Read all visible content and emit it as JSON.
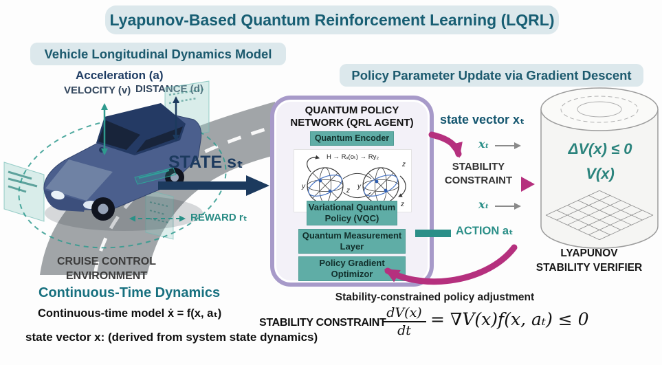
{
  "title": "Lyapunov-Based Quantum Reinforcement Learning (LQRL)",
  "left": {
    "header": "Vehicle Longitudinal Dynamics Model",
    "acceleration": "Acceleration (a)",
    "velocity": "VELOCITY (v)",
    "distance": "DISTANCE (d)",
    "state_label": "STATE sₜ",
    "reward_label": "REWARD rₜ",
    "environment_line1": "CRUISE CONTROL",
    "environment_line2": "ENVIRONMENT",
    "dynamics_header": "Continuous-Time Dynamics",
    "model_equation": "Continuous-time model ẋ = f(x, aₜ)",
    "state_vector_note": "state vector x: (derived from system state dynamics)"
  },
  "qpn": {
    "title_line1": "QUANTUM POLICY",
    "title_line2": "NETWORK (QRL AGENT)",
    "encoder_label": "Quantum Encoder",
    "encoder_formula": "H → Rₓ(oₜ) → Ry₂",
    "axis_y1": "y",
    "axis_z1": "z",
    "axis_z1b": "z",
    "axis_y2": "y",
    "axis_z2": "z",
    "axis_z2b": "z",
    "vqc_line1": "Variational Quantum",
    "vqc_line2": "Policy (VQC)",
    "measurement_line1": "Quantum Measurement",
    "measurement_line2": "Layer",
    "optimizer_line1": "Policy Gradient",
    "optimizer_line2": "Optimizor"
  },
  "right": {
    "header": "Policy Parameter Update via Gradient Descent",
    "state_vector": "state vector xₜ",
    "xt_top": "xₜ",
    "xt_bottom": "xₜ",
    "stability_line1": "STABILITY",
    "stability_line2": "CONSTRAINT",
    "action_label": "ACTION aₜ",
    "lyapunov_condition": "ΔV(x) ≤ 0",
    "lyapunov_function": "V(x)",
    "verifier_line1": "LYAPUNOV",
    "verifier_line2": "STABILITY VERIFIER"
  },
  "bottom": {
    "adjustment": "Stability-constrained policy adjustment",
    "constraint_label": "STABILITY CONSTRAINT",
    "frac_numerator": "dV(x)",
    "frac_denominator": "dt",
    "rhs": "= ∇V(x)f(x, aₜ) ≤ 0"
  },
  "colors": {
    "title_teal": "#175e73",
    "pill_bg": "#dce8ec",
    "box_teal": "#5fada6",
    "purple_border": "#a79ac9",
    "magenta": "#b5307e",
    "navy": "#1c3a5e",
    "action_teal": "#2b8f88",
    "lyapunov_teal": "#2a837c",
    "road_gray": "#a1a5a8"
  }
}
